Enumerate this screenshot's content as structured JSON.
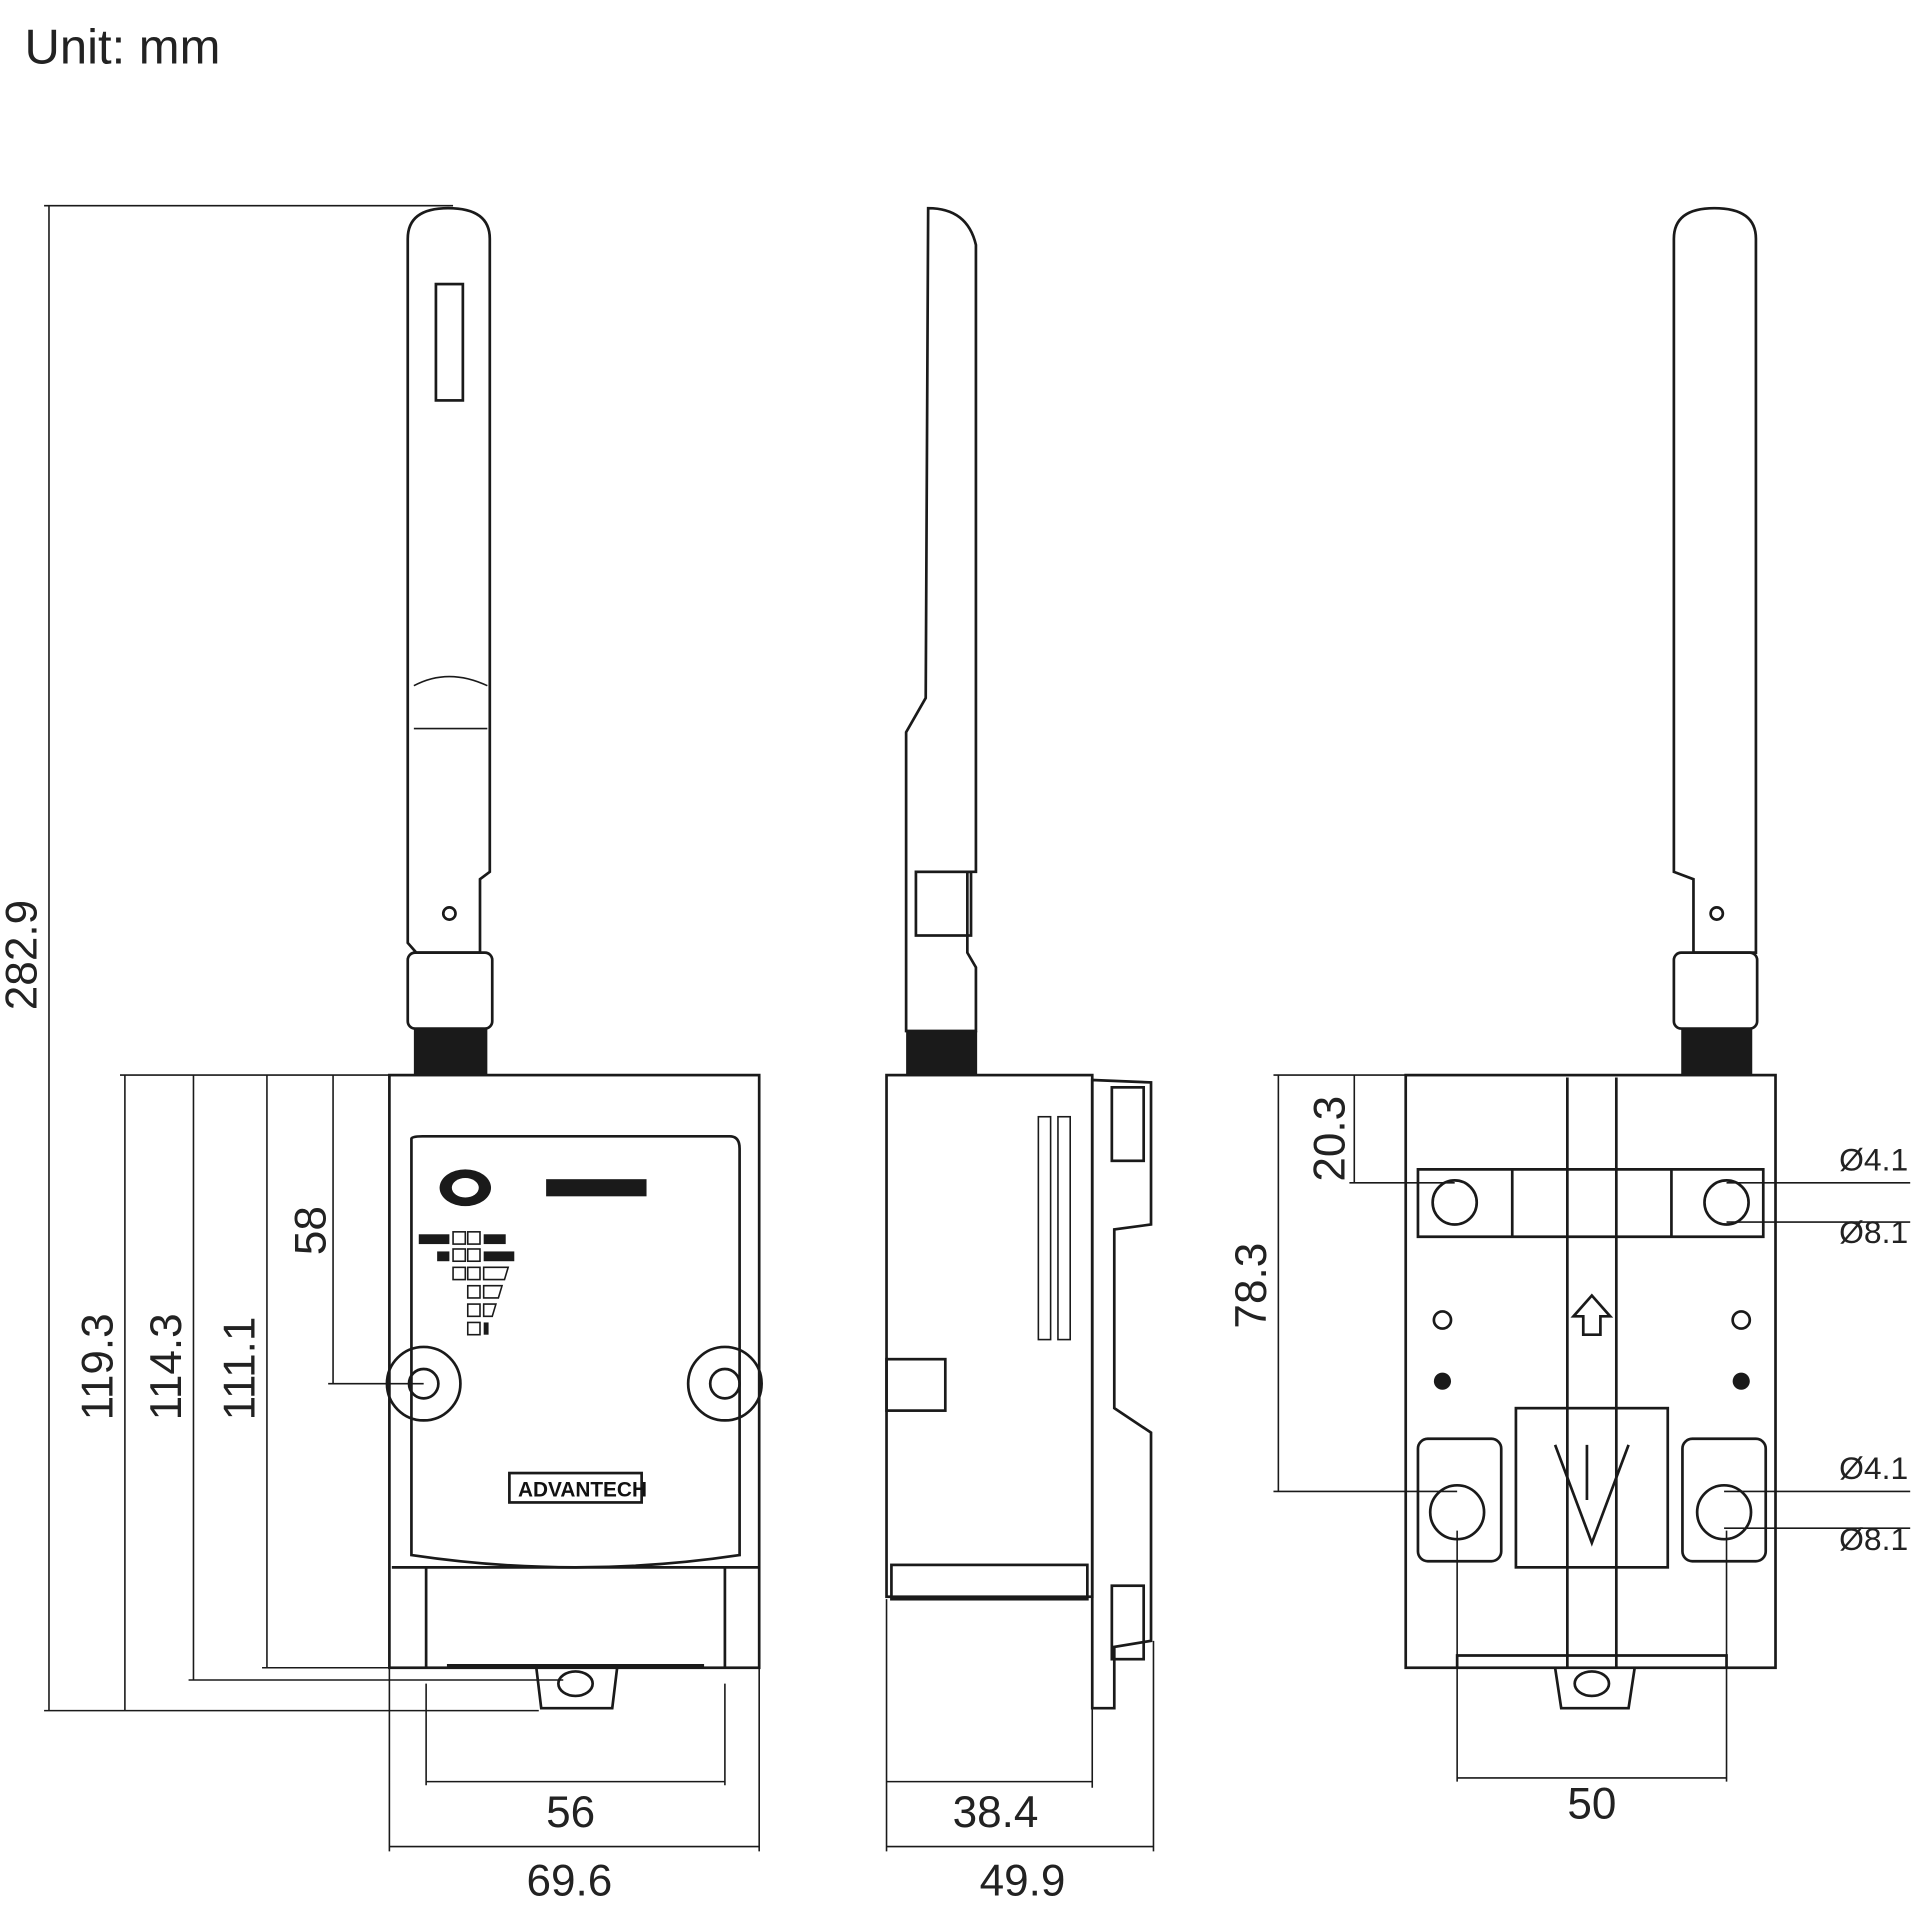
{
  "unit_label": "Unit: mm",
  "brand": "ADVANTECH",
  "front_view": {
    "height_total": "282.9",
    "height_1": "119.3",
    "height_2": "114.3",
    "height_3": "111.1",
    "screw_height": "58",
    "width_inner": "56",
    "width_total": "69.6"
  },
  "side_view": {
    "depth_inner": "38.4",
    "depth_total": "49.9"
  },
  "back_view": {
    "top_offset": "20.3",
    "hole_spacing": "78.3",
    "hole_top_small": "Ø4.1",
    "hole_top_large": "Ø8.1",
    "hole_bottom_small": "Ø4.1",
    "hole_bottom_large": "Ø8.1",
    "width_holes": "50"
  }
}
